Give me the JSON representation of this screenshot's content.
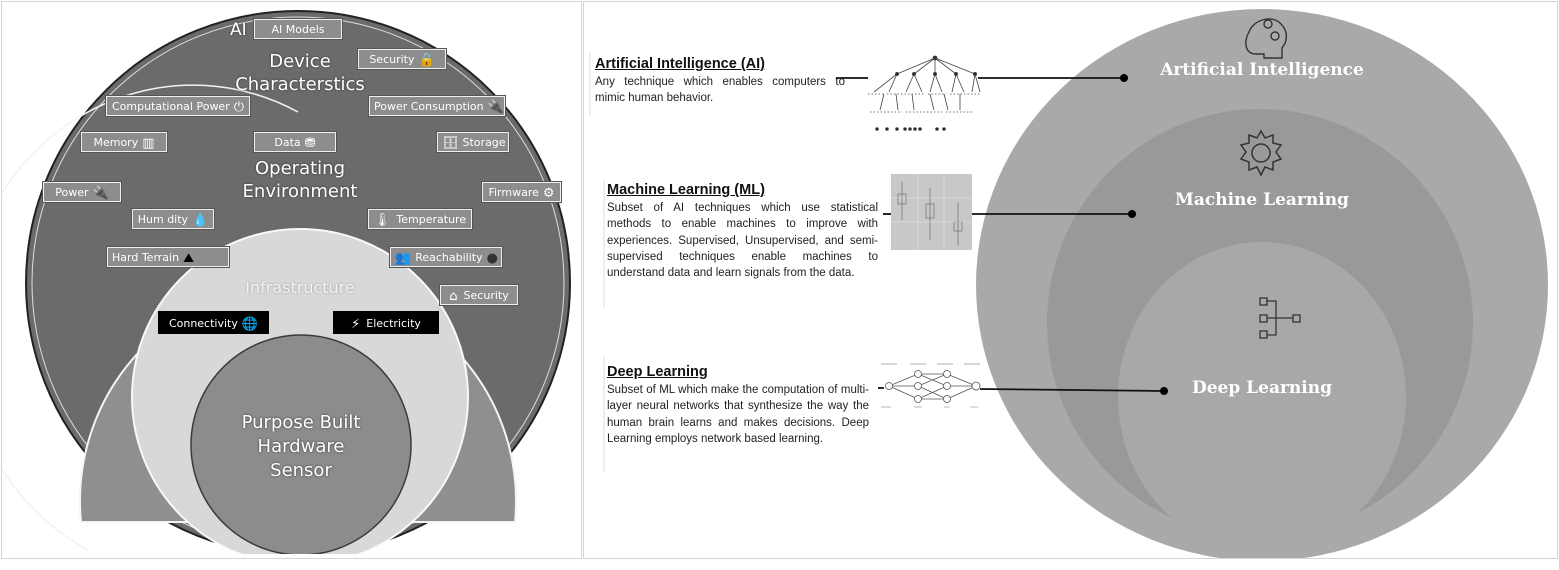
{
  "left": {
    "ai": "AI",
    "device_title_1": "Device",
    "device_title_2": "Characterstics",
    "operating_title_1": "Operating",
    "operating_title_2": "Environment",
    "infrastructure": "Infrastructure",
    "sensor_1": "Purpose Built",
    "sensor_2": "Hardware",
    "sensor_3": "Sensor",
    "labels": {
      "ai_models": "AI Models",
      "security_top": "Security",
      "computational_power": "Computational Power",
      "power_consumption": "Power Consumption",
      "memory": "Memory",
      "storage": "Storage",
      "data": "Data",
      "power": "Power",
      "firmware": "Firmware",
      "humidity": "Hum dity",
      "temperature": "Temperature",
      "hard_terrain": "Hard Terrain",
      "reachability": "Reachability",
      "security_inner": "Security",
      "connectivity": "Connectivity",
      "electricity": "Electricity"
    }
  },
  "right": {
    "ai": {
      "heading": "Artificial Intelligence (AI)",
      "body": "Any technique which enables computers to mimic human behavior.",
      "circle_label": "Artificial Intelligence"
    },
    "ml": {
      "heading": "Machine Learning (ML)",
      "body": "Subset of AI techniques which use statistical methods to enable machines to improve with experiences. Supervised, Unsupervised, and semi-supervised techniques enable machines to understand data and learn signals from the data.",
      "circle_label": "Machine Learning"
    },
    "dl": {
      "heading": "Deep Learning",
      "body": "Subset of ML which make the computation of multi-layer neural networks that synthesize the way the human brain learns and makes decisions. Deep Learning employs network based learning.",
      "circle_label": "Deep Learning"
    }
  }
}
